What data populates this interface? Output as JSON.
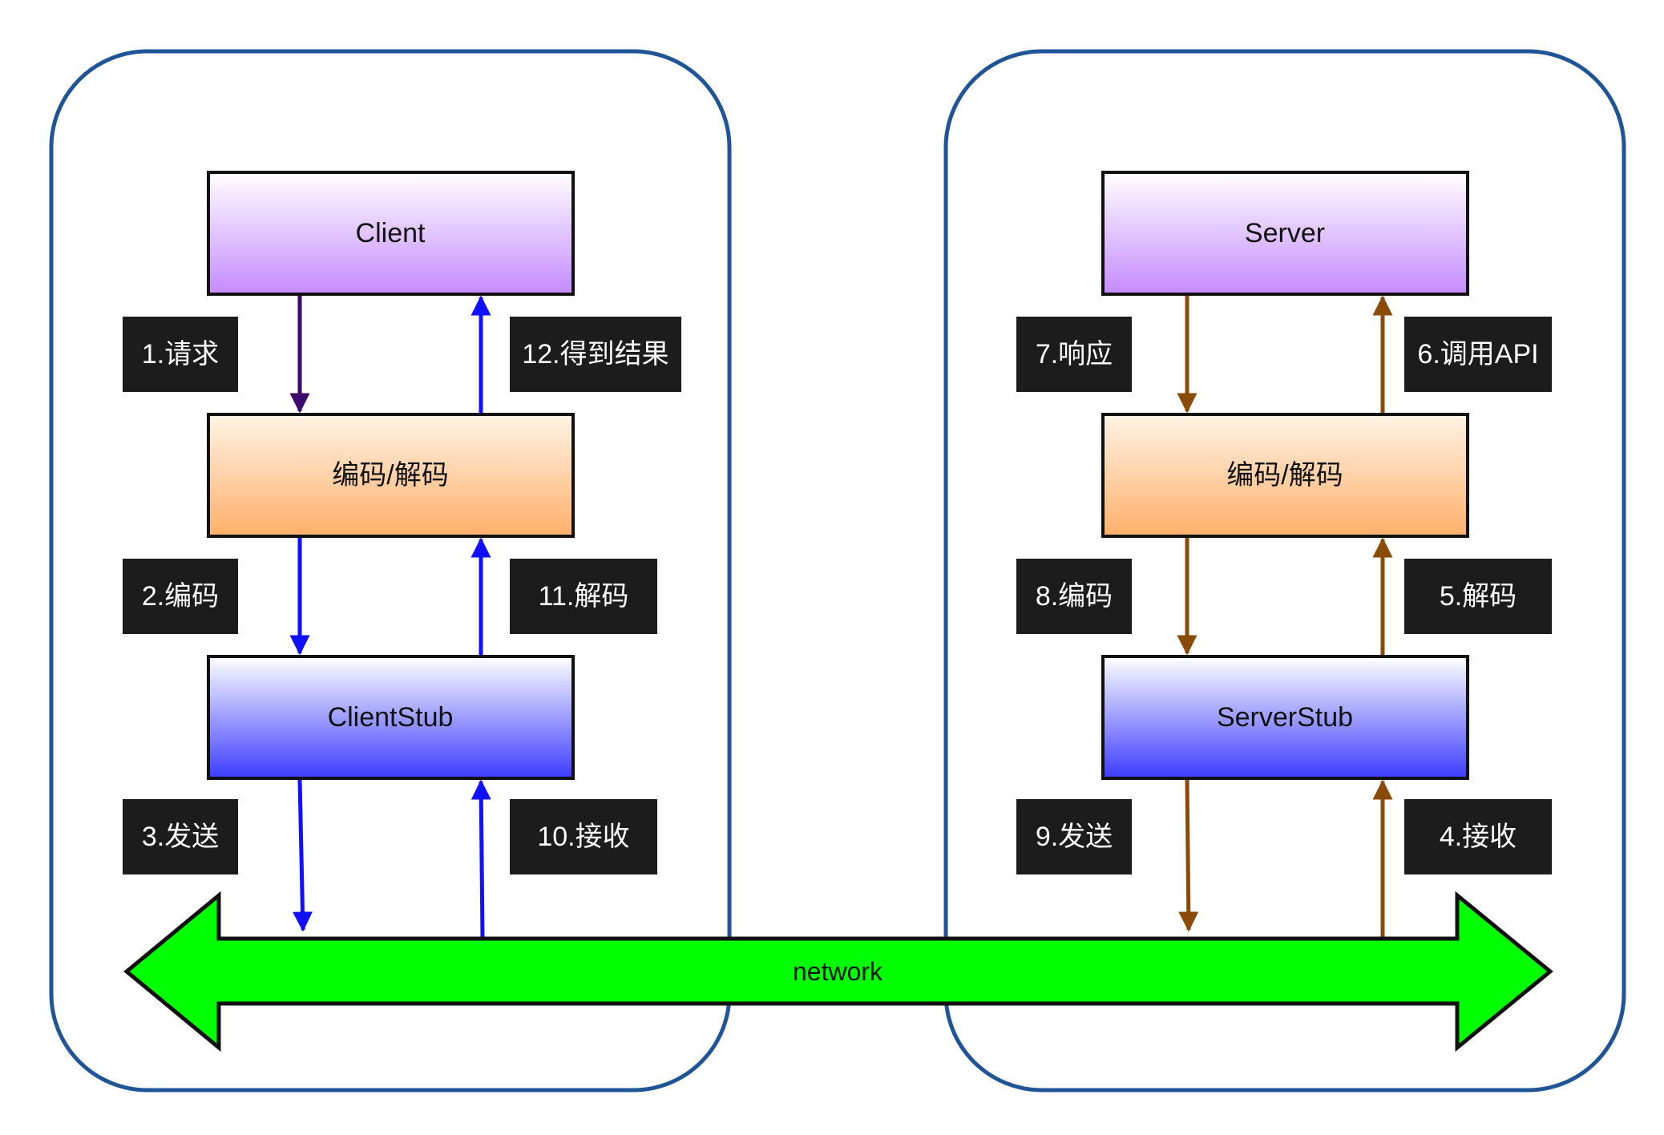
{
  "colors": {
    "container_border": "#1f5597",
    "top_box": [
      "#ffffff",
      "#c48bff"
    ],
    "mid_box": [
      "#fff3e6",
      "#ffb06a"
    ],
    "stub_box": [
      "#ffffff",
      "#3c3cff"
    ],
    "arrow_client_request": "#3a0a6e",
    "arrow_client": "#1010ff",
    "arrow_server": "#8a4a08",
    "network_fill": "#00ff00",
    "label_bg": "#1c1c1c"
  },
  "client": {
    "top": "Client",
    "codec": "编码/解码",
    "stub": "ClientStub",
    "labels": {
      "request": "1.请求",
      "result": "12.得到结果",
      "encode": "2.编码",
      "decode": "11.解码",
      "send": "3.发送",
      "receive": "10.接收"
    }
  },
  "server": {
    "top": "Server",
    "codec": "编码/解码",
    "stub": "ServerStub",
    "labels": {
      "respond": "7.响应",
      "call_api": "6.调用API",
      "encode": "8.编码",
      "decode": "5.解码",
      "send": "9.发送",
      "receive": "4.接收"
    }
  },
  "network": {
    "label": "network"
  }
}
